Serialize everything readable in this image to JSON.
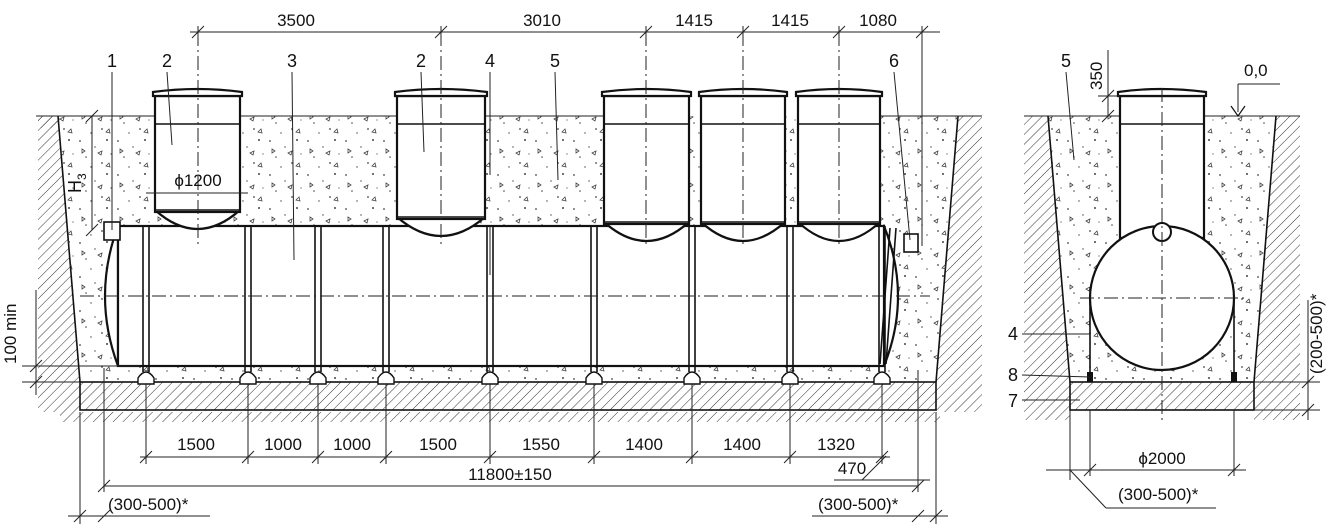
{
  "top_dimensions": [
    "3500",
    "3010",
    "1415",
    "1415",
    "1080"
  ],
  "bottom_dimensions": [
    "1500",
    "1000",
    "1000",
    "1500",
    "1550",
    "1400",
    "1400",
    "1320"
  ],
  "overall_length": "11800±150",
  "end_offset": "470",
  "trench_clearance_left": "(300-500)*",
  "trench_clearance_right": "(300-500)*",
  "trench_clearance_section": "(300-500)*",
  "bedding_height": "(200-500)*",
  "min_gap": "100 min",
  "riser_diameter": "ϕ1200",
  "tank_diameter": "ϕ2000",
  "riser_top_offset": "350",
  "level_mark": "0,0",
  "depth_label": {
    "main": "H",
    "sub": "3"
  },
  "callouts": {
    "c1": "1",
    "c2a": "2",
    "c2b": "2",
    "c3": "3",
    "c4": "4",
    "c5": "5",
    "c6": "6",
    "s5": "5",
    "s4": "4",
    "s8": "8",
    "s7": "7"
  }
}
